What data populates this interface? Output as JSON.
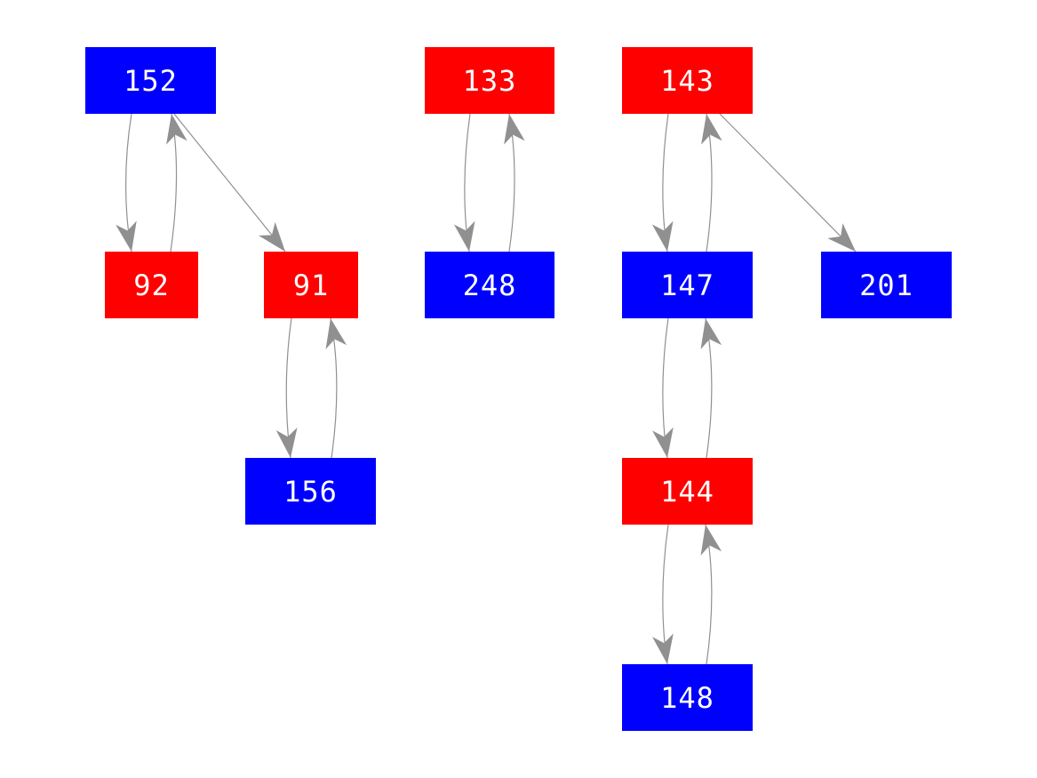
{
  "diagram": {
    "type": "directed-graph",
    "background": "#ffffff",
    "colors": {
      "node_red": "#ff0000",
      "node_blue": "#0000ff",
      "edge": "#909090",
      "label_text": "#ffffff"
    },
    "nodes": [
      {
        "label": "152",
        "color": "blue"
      },
      {
        "label": "92",
        "color": "red"
      },
      {
        "label": "91",
        "color": "red"
      },
      {
        "label": "156",
        "color": "blue"
      },
      {
        "label": "133",
        "color": "red"
      },
      {
        "label": "248",
        "color": "blue"
      },
      {
        "label": "143",
        "color": "red"
      },
      {
        "label": "147",
        "color": "blue"
      },
      {
        "label": "201",
        "color": "blue"
      },
      {
        "label": "144",
        "color": "red"
      },
      {
        "label": "148",
        "color": "blue"
      }
    ],
    "edges": [
      {
        "from": "152",
        "to": "92"
      },
      {
        "from": "92",
        "to": "152"
      },
      {
        "from": "152",
        "to": "91"
      },
      {
        "from": "91",
        "to": "156"
      },
      {
        "from": "156",
        "to": "91"
      },
      {
        "from": "133",
        "to": "248"
      },
      {
        "from": "248",
        "to": "133"
      },
      {
        "from": "143",
        "to": "147"
      },
      {
        "from": "147",
        "to": "143"
      },
      {
        "from": "143",
        "to": "201"
      },
      {
        "from": "147",
        "to": "144"
      },
      {
        "from": "144",
        "to": "147"
      },
      {
        "from": "144",
        "to": "148"
      },
      {
        "from": "148",
        "to": "144"
      }
    ]
  }
}
